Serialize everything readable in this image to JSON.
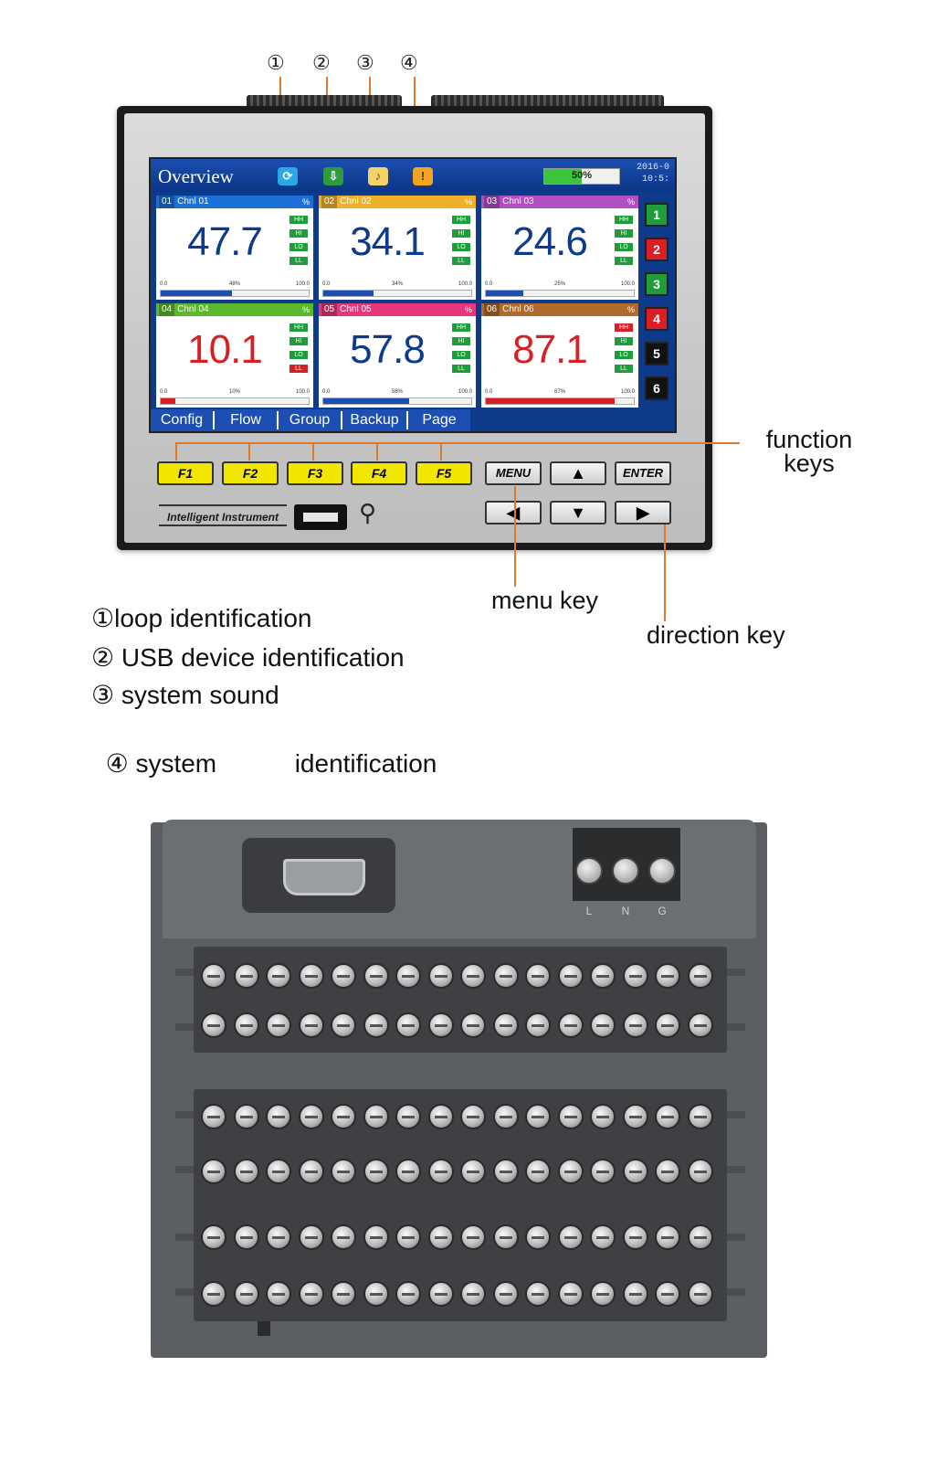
{
  "callout_numbers": [
    "①",
    "②",
    "③",
    "④"
  ],
  "screen": {
    "title": "Overview",
    "progress": {
      "text": "50%",
      "value": 0.5
    },
    "date_lines": [
      "2016-0",
      "10:5:"
    ],
    "channels": [
      {
        "num": "01",
        "name": "Chnl 01",
        "unit": "%",
        "value": "47.7",
        "value_color": "#0d3a8a",
        "header_color": "#1c6fd6",
        "bar_color": "#1c4fb1",
        "percent": "48%",
        "fill": 0.48,
        "alarms": [
          "HH",
          "HI",
          "LO",
          "LL"
        ],
        "alarm_colors": [
          "#1f9d3a",
          "#1f9d3a",
          "#1f9d3a",
          "#1f9d3a"
        ],
        "min": "0.0",
        "max": "100.0"
      },
      {
        "num": "02",
        "name": "Chnl 02",
        "unit": "%",
        "value": "34.1",
        "value_color": "#0d3a8a",
        "header_color": "#f0b12a",
        "bar_color": "#1c4fb1",
        "percent": "34%",
        "fill": 0.34,
        "alarms": [
          "HH",
          "HI",
          "LO",
          "LL"
        ],
        "alarm_colors": [
          "#1f9d3a",
          "#1f9d3a",
          "#1f9d3a",
          "#1f9d3a"
        ],
        "min": "0.0",
        "max": "100.0"
      },
      {
        "num": "03",
        "name": "Chnl 03",
        "unit": "%",
        "value": "24.6",
        "value_color": "#0d3a8a",
        "header_color": "#b04ec2",
        "bar_color": "#1c4fb1",
        "percent": "25%",
        "fill": 0.25,
        "alarms": [
          "HH",
          "HI",
          "LO",
          "LL"
        ],
        "alarm_colors": [
          "#1f9d3a",
          "#1f9d3a",
          "#1f9d3a",
          "#1f9d3a"
        ],
        "min": "0.0",
        "max": "100.0"
      },
      {
        "num": "04",
        "name": "Chnl 04",
        "unit": "%",
        "value": "10.1",
        "value_color": "#d81f26",
        "header_color": "#5cb82c",
        "bar_color": "#d81f26",
        "percent": "10%",
        "fill": 0.1,
        "alarms": [
          "HH",
          "HI",
          "LO",
          "LL"
        ],
        "alarm_colors": [
          "#1f9d3a",
          "#1f9d3a",
          "#1f9d3a",
          "#d81f26"
        ],
        "min": "0.0",
        "max": "100.0"
      },
      {
        "num": "05",
        "name": "Chnl 05",
        "unit": "%",
        "value": "57.8",
        "value_color": "#0d3a8a",
        "header_color": "#e8367a",
        "bar_color": "#1c4fb1",
        "percent": "58%",
        "fill": 0.58,
        "alarms": [
          "HH",
          "HI",
          "LO",
          "LL"
        ],
        "alarm_colors": [
          "#1f9d3a",
          "#1f9d3a",
          "#1f9d3a",
          "#1f9d3a"
        ],
        "min": "0.0",
        "max": "100.0"
      },
      {
        "num": "06",
        "name": "Chnl 06",
        "unit": "%",
        "value": "87.1",
        "value_color": "#d81f26",
        "header_color": "#b06a2a",
        "bar_color": "#d81f26",
        "percent": "87%",
        "fill": 0.87,
        "alarms": [
          "HH",
          "HI",
          "LO",
          "LL"
        ],
        "alarm_colors": [
          "#d81f26",
          "#1f9d3a",
          "#1f9d3a",
          "#1f9d3a"
        ],
        "min": "0.0",
        "max": "100.0"
      }
    ],
    "side_channels": [
      {
        "label": "1",
        "color": "#1f9d3a"
      },
      {
        "label": "2",
        "color": "#d81f26"
      },
      {
        "label": "3",
        "color": "#1f9d3a"
      },
      {
        "label": "4",
        "color": "#d81f26"
      },
      {
        "label": "5",
        "color": "#111111"
      },
      {
        "label": "6",
        "color": "#111111"
      }
    ],
    "softkeys": [
      "Config",
      "Flow",
      "Group",
      "Backup",
      "Page"
    ],
    "status_icons": [
      "loop-icon",
      "usb-device-icon",
      "sound-icon",
      "alarm-icon"
    ]
  },
  "keys": {
    "function": [
      "F1",
      "F2",
      "F3",
      "F4",
      "F5"
    ],
    "menu": "MENU",
    "enter": "ENTER",
    "up": "▲",
    "down": "▼",
    "left": "◀",
    "right": "▶"
  },
  "brand": "Intelligent Instrument",
  "labels": {
    "function_keys": [
      "function",
      "keys"
    ],
    "menu_key": "menu key",
    "direction_key": "direction key"
  },
  "legend": [
    {
      "num": "①",
      "text": "loop identification"
    },
    {
      "num": "②",
      "text": "USB device identification"
    },
    {
      "num": "③",
      "text": "system sound"
    },
    {
      "num": "④",
      "text": "system           identification"
    }
  ],
  "rear": {
    "power_labels": [
      "L",
      "N",
      "G"
    ]
  },
  "colors": {
    "accent_orange": "#e07a2a",
    "screen_blue": "#0d3a8a",
    "key_yellow": "#f2e600"
  }
}
